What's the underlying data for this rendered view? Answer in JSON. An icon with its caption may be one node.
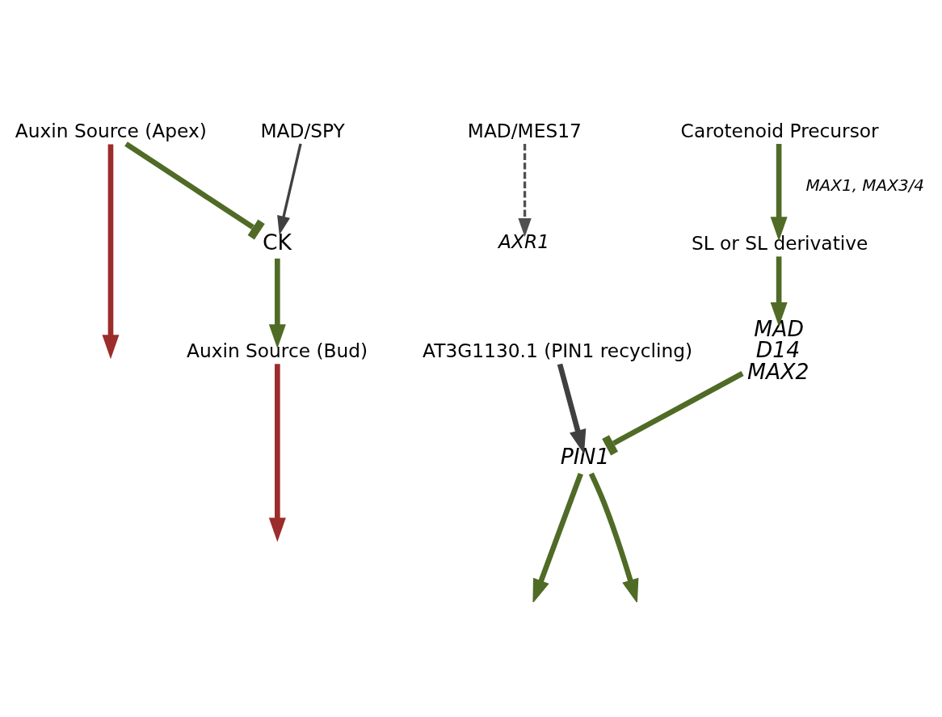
{
  "diagram": {
    "nodes": [
      {
        "text": [
          "Auxin Source (Apex)"
        ]
      },
      {
        "text": [
          "AXR1"
        ]
      },
      {
        "text": [
          "MAD/MES17"
        ]
      },
      {
        "text": [
          "CK"
        ]
      },
      {
        "text": [
          "MAD/SPY"
        ]
      },
      {
        "text": [
          "Auxin Source (Bud)"
        ]
      },
      {
        "text": [
          "MAD",
          "D14",
          "MAX2"
        ]
      },
      {
        "text": [
          "PIN1"
        ]
      },
      {
        "text": [
          "AT3G1130.1 (PIN1 recycling)"
        ]
      },
      {
        "text": [
          "SL or SL derivative"
        ]
      },
      {
        "text": [
          "Carotenoid Precursor"
        ]
      }
    ],
    "edges": [
      {
        "from": 0,
        "to": null,
        "arrow": "to",
        "color": "#9b2d2a"
      },
      {
        "from": 0,
        "to": 3,
        "arrow": "other"
      },
      {
        "from": 2,
        "to": 1,
        "arrow": "to",
        "style": "dashed",
        "color": "#505050"
      },
      {
        "from": 4,
        "to": 3,
        "arrow": "to",
        "color": "#404040"
      },
      {
        "from": 3,
        "to": 5,
        "arrow": "to"
      },
      {
        "from": 6,
        "to": 7,
        "arrow": "other"
      },
      {
        "from": 7,
        "to": null,
        "arrow": "to"
      },
      {
        "from": 7,
        "to": null,
        "arrow": "to"
      },
      {
        "from": 5,
        "to": null,
        "arrow": "to",
        "color": "#9b2d2a"
      },
      {
        "from": 8,
        "to": 7,
        "arrow": "to",
        "color": "#404040"
      },
      {
        "from": 9,
        "to": 6,
        "arrow": "to"
      },
      {
        "from": 10,
        "to": 9,
        "arrow": "to",
        "label": "MAX1, MAX3/4"
      }
    ]
  }
}
